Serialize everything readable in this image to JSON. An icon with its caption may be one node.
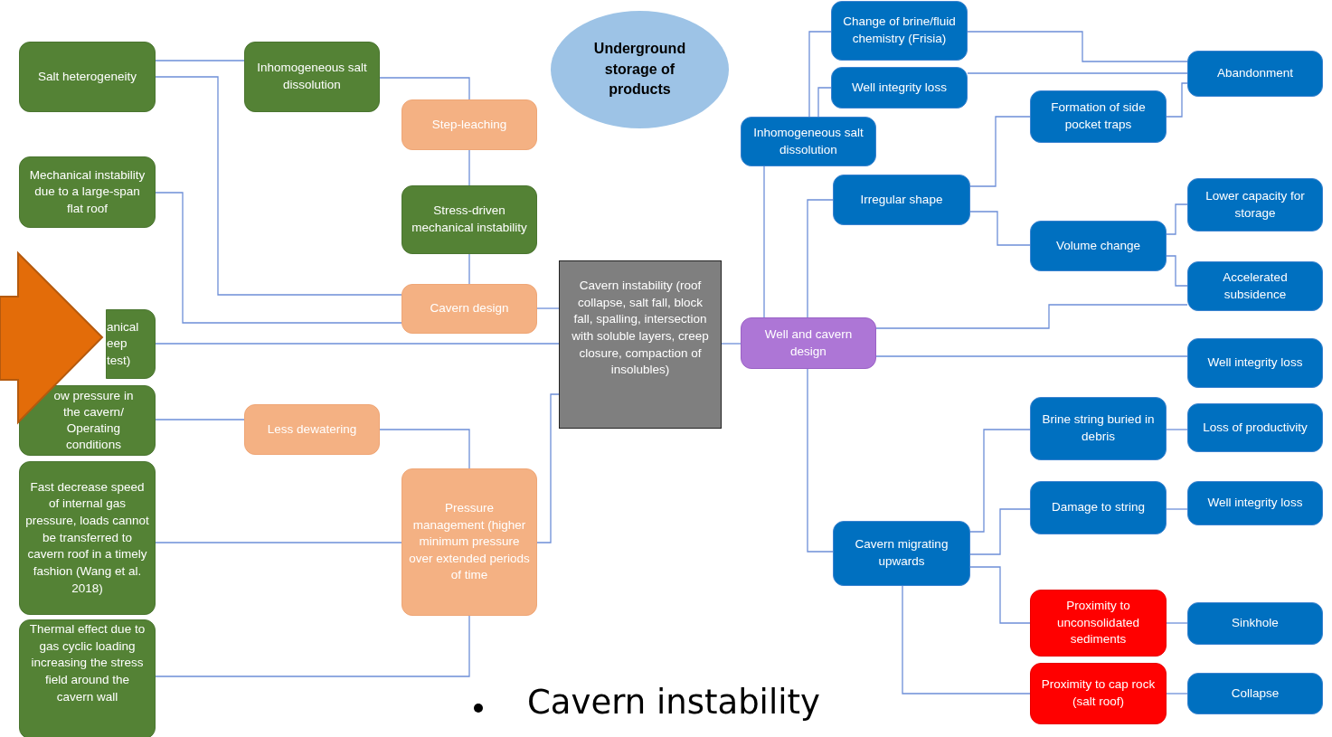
{
  "diagram": {
    "nodes": [
      {
        "text": [
          "Salt heterogeneity"
        ]
      },
      {
        "text": [
          "Mechanical instability due to a large-span flat roof"
        ]
      },
      {
        "text": [
          "anical eep test)"
        ]
      },
      {
        "text": [
          "ow pressure in the cavern/ Operating conditions"
        ]
      },
      {
        "text": [
          "Fast decrease speed of internal gas pressure, loads cannot be transferred to cavern roof in a timely fashion (Wang et al. 2018)"
        ]
      },
      {
        "text": [
          "Thermal effect due to gas cyclic loading increasing the stress field around the cavern wall"
        ]
      },
      {
        "text": [
          "Inhomogeneous salt dissolution"
        ]
      },
      {
        "text": [
          "Less dewatering"
        ]
      },
      {
        "text": [
          "Step-leaching"
        ]
      },
      {
        "text": [
          "Stress-driven mechanical instability"
        ]
      },
      {
        "text": [
          "Cavern design"
        ]
      },
      {
        "text": [
          "Pressure management (higher minimum pressure over extended periods of time"
        ]
      },
      {
        "text": [
          "Underground storage of products"
        ]
      },
      {
        "text": [
          "Cavern instability (roof collapse, salt fall, block fall, spalling, intersection with soluble layers, creep closure, compaction of insolubles)"
        ]
      },
      {
        "text": [
          "Well and cavern design"
        ]
      },
      {
        "text": [
          "Inhomogeneous salt dissolution"
        ]
      },
      {
        "text": [
          "Change of brine/fluid chemistry (Frisia)"
        ]
      },
      {
        "text": [
          "Well integrity loss"
        ]
      },
      {
        "text": [
          "Irregular shape"
        ]
      },
      {
        "text": [
          "Cavern migrating upwards"
        ]
      },
      {
        "text": [
          "Formation of side pocket traps"
        ]
      },
      {
        "text": [
          "Volume change"
        ]
      },
      {
        "text": [
          "Brine string buried in debris"
        ]
      },
      {
        "text": [
          "Damage to string"
        ]
      },
      {
        "text": [
          "Proximity to unconsolidated sediments"
        ]
      },
      {
        "text": [
          "Proximity to cap rock (salt roof)"
        ]
      },
      {
        "text": [
          "Abandonment"
        ]
      },
      {
        "text": [
          "Lower capacity for storage"
        ]
      },
      {
        "text": [
          "Accelerated subsidence"
        ]
      },
      {
        "text": [
          "Well integrity loss"
        ]
      },
      {
        "text": [
          "Loss of productivity"
        ]
      },
      {
        "text": [
          "Well integrity loss"
        ]
      },
      {
        "text": [
          "Sinkhole"
        ]
      },
      {
        "text": [
          "Collapse"
        ]
      }
    ],
    "edges": [
      {
        "from": 0,
        "to": 6,
        "arrow": "none"
      },
      {
        "from": 0,
        "to": 10,
        "arrow": "none"
      },
      {
        "from": 1,
        "to": 10,
        "arrow": "none"
      },
      {
        "from": 2,
        "to": 13,
        "arrow": "none"
      },
      {
        "from": 3,
        "to": 7,
        "arrow": "none"
      },
      {
        "from": 4,
        "to": 11,
        "arrow": "none"
      },
      {
        "from": 5,
        "to": 11,
        "arrow": "none"
      },
      {
        "from": 6,
        "to": 8,
        "arrow": "none"
      },
      {
        "from": 8,
        "to": 9,
        "arrow": "none"
      },
      {
        "from": 9,
        "to": 10,
        "arrow": "none"
      },
      {
        "from": 10,
        "to": 13,
        "arrow": "none"
      },
      {
        "from": 7,
        "to": 11,
        "arrow": "none"
      },
      {
        "from": 11,
        "to": 13,
        "arrow": "none"
      },
      {
        "from": 13,
        "to": 14,
        "arrow": "none"
      },
      {
        "from": 14,
        "to": 15,
        "arrow": "none"
      },
      {
        "from": 15,
        "to": 16,
        "arrow": "none"
      },
      {
        "from": 15,
        "to": 17,
        "arrow": "none"
      },
      {
        "from": 14,
        "to": 18,
        "arrow": "none"
      },
      {
        "from": 14,
        "to": 19,
        "arrow": "none"
      },
      {
        "from": 16,
        "to": 26,
        "arrow": "none"
      },
      {
        "from": 17,
        "to": 26,
        "arrow": "none"
      },
      {
        "from": 18,
        "to": 20,
        "arrow": "none"
      },
      {
        "from": 18,
        "to": 21,
        "arrow": "none"
      },
      {
        "from": 20,
        "to": 26,
        "arrow": "none"
      },
      {
        "from": 21,
        "to": 27,
        "arrow": "none"
      },
      {
        "from": 21,
        "to": 28,
        "arrow": "none"
      },
      {
        "from": 14,
        "to": 28,
        "arrow": "none"
      },
      {
        "from": 14,
        "to": 29,
        "arrow": "none"
      },
      {
        "from": 19,
        "to": 22,
        "arrow": "none"
      },
      {
        "from": 19,
        "to": 23,
        "arrow": "none"
      },
      {
        "from": 19,
        "to": 24,
        "arrow": "none"
      },
      {
        "from": 19,
        "to": 25,
        "arrow": "none"
      },
      {
        "from": 22,
        "to": 30,
        "arrow": "none"
      },
      {
        "from": 23,
        "to": 31,
        "arrow": "none"
      },
      {
        "from": 24,
        "to": 32,
        "arrow": "none"
      },
      {
        "from": 25,
        "to": 33,
        "arrow": "none"
      },
      {
        "from": null,
        "to": 2,
        "arrow": "to",
        "style": "thick",
        "color": "#e36c09"
      }
    ],
    "labels": [
      "Cavern instability"
    ]
  }
}
